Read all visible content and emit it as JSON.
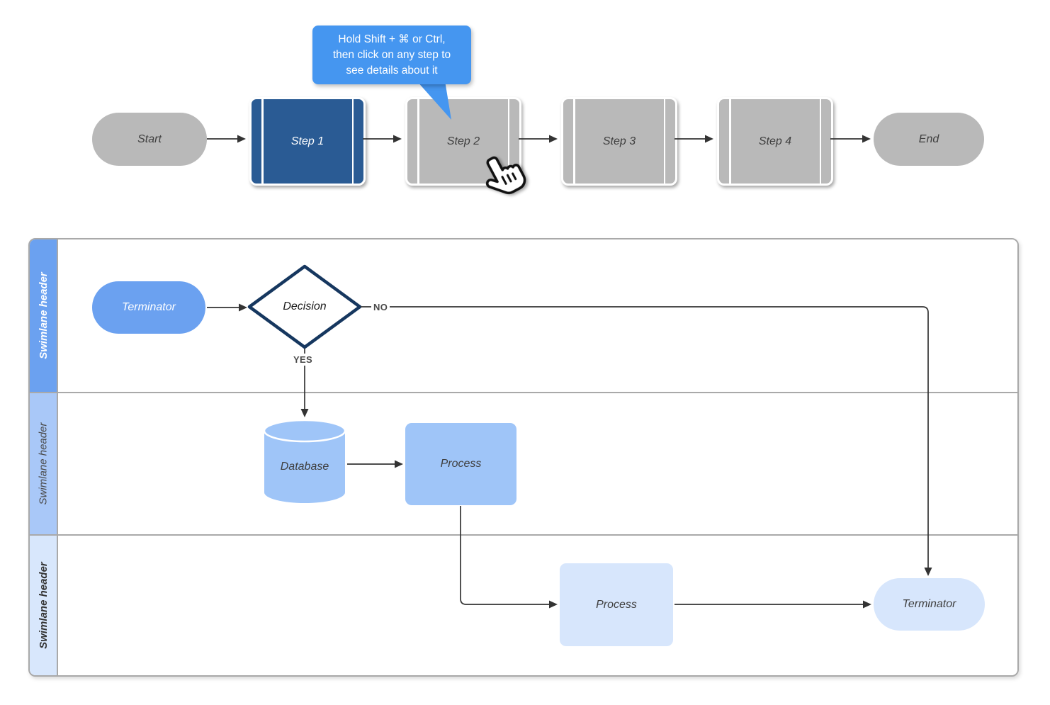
{
  "tooltip": {
    "lines": [
      "Hold Shift + ⌘ or Ctrl,",
      "then click on any step to",
      "see details about it"
    ]
  },
  "top_flow": {
    "start_label": "Start",
    "steps": [
      "Step 1",
      "Step 2",
      "Step 3",
      "Step 4"
    ],
    "end_label": "End"
  },
  "swimlanes": {
    "lanes": [
      {
        "header": "Swimlane header"
      },
      {
        "header": "Swimlane header"
      },
      {
        "header": "Swimlane header"
      }
    ]
  },
  "nodes": {
    "lane1_terminator": "Terminator",
    "decision": "Decision",
    "database": "Database",
    "lane2_process": "Process",
    "lane3_process": "Process",
    "lane3_terminator": "Terminator"
  },
  "edge_labels": {
    "yes": "YES",
    "no": "NO"
  },
  "colors": {
    "active_step_blue": "#2a5b94",
    "inactive_gray": "#b9b9b9",
    "tooltip_blue": "#4596f0",
    "lane1_blue": "#6ba1f0",
    "lane2_blue": "#9fc5f8",
    "lane3_blue": "#d7e6fc",
    "decision_border": "#16375f",
    "lane_border_gray": "#a9a9a9",
    "connector": "#333333"
  }
}
